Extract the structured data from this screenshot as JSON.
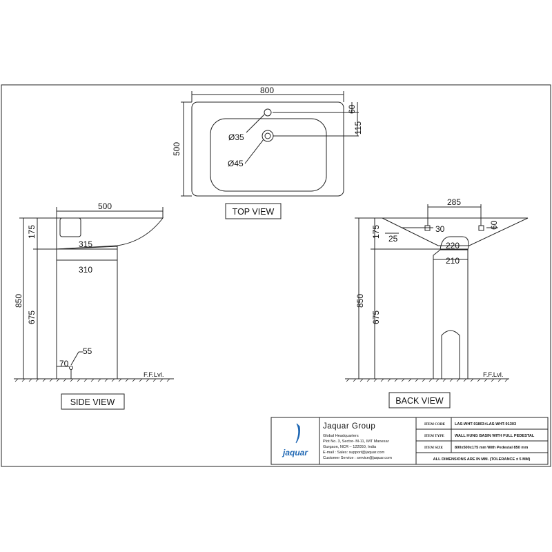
{
  "top_view": {
    "label": "TOP VIEW",
    "dims": {
      "width": "800",
      "depth": "500",
      "tap_hole_offset": "60",
      "waste_offset": "115",
      "tap_hole_dia": "Ø35",
      "waste_dia": "Ø45"
    }
  },
  "side_view": {
    "label": "SIDE VIEW",
    "dims": {
      "depth": "500",
      "basin_height": "175",
      "total_height": "850",
      "pedestal_height": "675",
      "pedestal_top": "315",
      "pedestal_bottom": "310",
      "waste_height": "55",
      "waste_offset": "70"
    },
    "floor_label": "F.F.Lvl."
  },
  "back_view": {
    "label": "BACK VIEW",
    "dims": {
      "fixing_spacing": "285",
      "fixing_size": "30",
      "fixing_height": "60",
      "basin_height": "175",
      "edge": "25",
      "total_height": "850",
      "pedestal_height": "675",
      "pedestal_top": "220",
      "pedestal_bottom": "210"
    },
    "floor_label": "F.F.Lvl."
  },
  "title_block": {
    "brand": "jaquar",
    "company": "Jaquar Group",
    "address_lines": [
      "Global Headquarters",
      "Plot No. 3, Sector- M-11, IMT Manesar",
      "Gurgaon, NCR – 122050, India",
      "E-mail : Sales: support@jaquar.com",
      "Customer Service : service@jaquar.com"
    ],
    "rows": [
      {
        "label": "ITEM CODE",
        "value": "LAS-WHT-91803+LAS-WHT-91303"
      },
      {
        "label": "ITEM TYPE",
        "value": "WALL HUNG BASIN WITH FULL PEDESTAL"
      },
      {
        "label": "ITEM SIZE",
        "value": "800x500x175 mm With Pedestal 850 mm"
      }
    ],
    "note": "ALL DIMENSIONS ARE IN MM. (TOLERANCE ± 5 MM)"
  },
  "colors": {
    "line": "#222222",
    "brand": "#1d66b3"
  }
}
